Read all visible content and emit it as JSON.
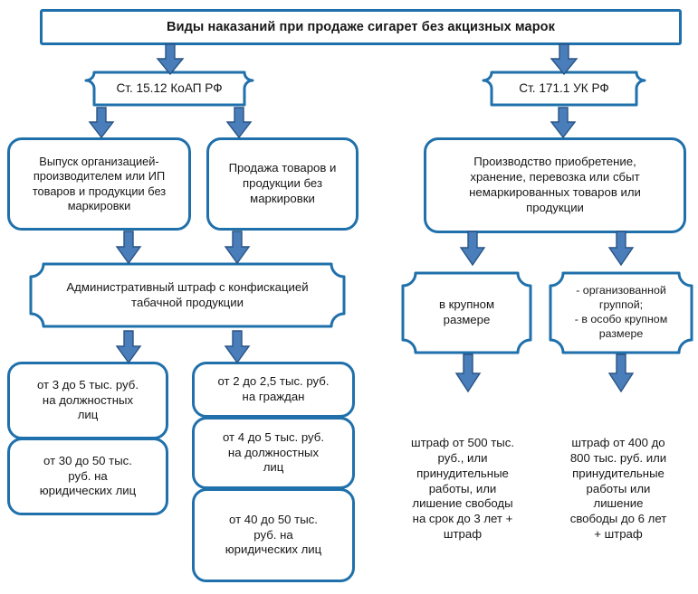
{
  "diagram": {
    "title": "Виды наказаний при продаже сигарет без акцизных марок",
    "theme": {
      "border_color": "#1f70ab",
      "arrow_fill": "#4a7ebb",
      "arrow_stroke": "#2a5484",
      "background": "#ffffff",
      "text_color": "#171717"
    },
    "branches": {
      "administrative": {
        "law_label": "Ст. 15.12 КоАП РФ",
        "violations": [
          "Выпуск организацией-\nпроизводителем или ИП\nтоваров и продукции без\nмаркировки",
          "Продажа товаров и\nпродукции без\nмаркировки"
        ],
        "penalty_label": "Административный штраф с конфискацией\nтабачной продукции",
        "penalties_left": [
          "от 3 до 5 тыс. руб.\nна должностных\nлиц",
          "от 30 до 50 тыс.\nруб. на\nюридических лиц"
        ],
        "penalties_right": [
          "от 2 до 2,5 тыс. руб.\nна граждан",
          "от 4 до 5 тыс. руб.\nна должностных\nлиц",
          "от 40 до 50 тыс.\nруб. на\nюридических лиц"
        ]
      },
      "criminal": {
        "law_label": "Ст. 171.1 УК РФ",
        "violation": "Производство приобретение,\nхранение, перевозка или сбыт\nнемаркированных товаров или\nпродукции",
        "qualifiers": [
          "в крупном\nразмере",
          "- организованной\nгруппой;\n- в особо крупном\nразмере"
        ],
        "penalties": [
          "штраф от 500 тыс.\nруб., или\nпринудительные\nработы, или\nлишение свободы\nна срок до 3 лет +\nштраф",
          "штраф от 400 до\n800 тыс. руб. или\nпринудительные\nработы или\nлишение\nсвободы до 6 лет\n+ штраф"
        ]
      }
    }
  }
}
